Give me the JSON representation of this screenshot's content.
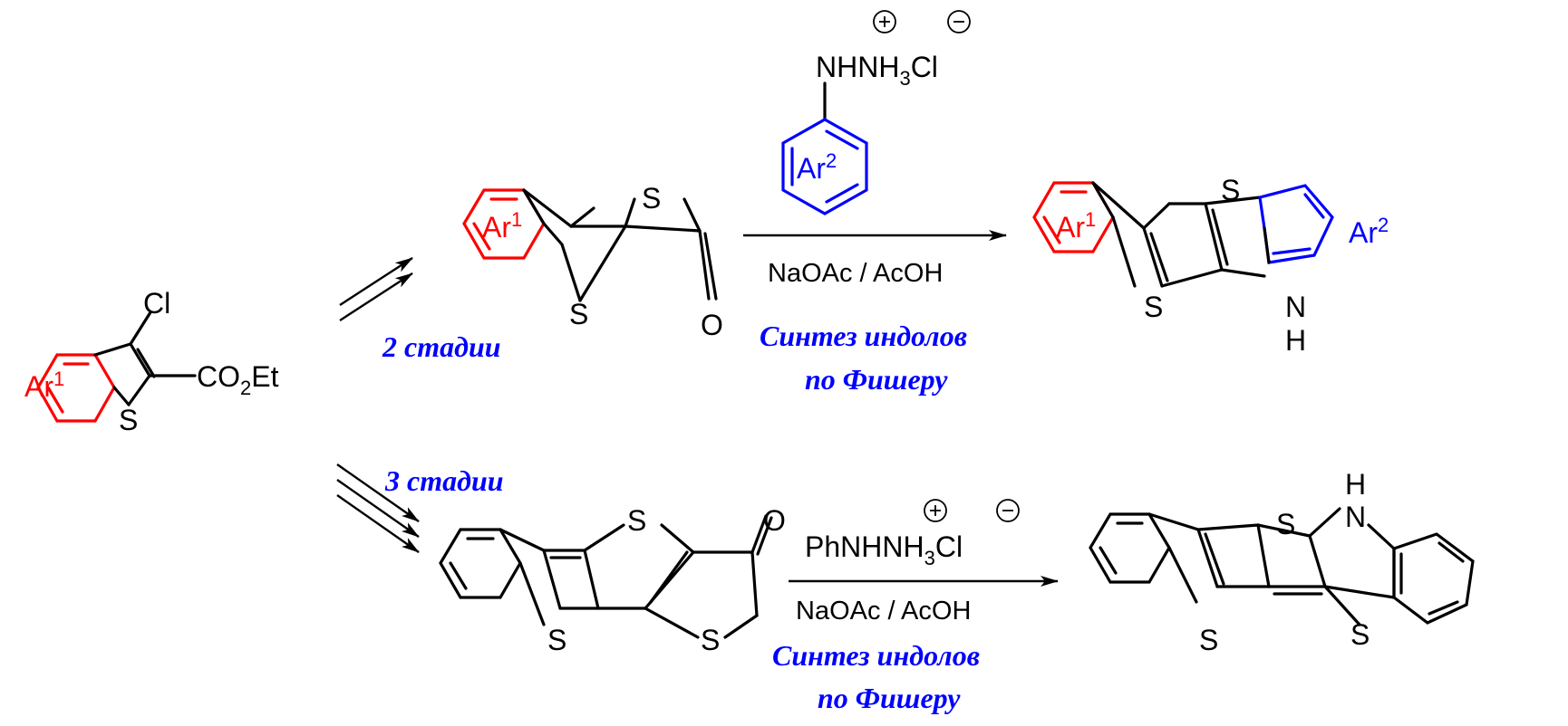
{
  "colors": {
    "ar1": "#ff0000",
    "ar2": "#0000ff",
    "label": "#0000ff",
    "bonds": "#000000"
  },
  "start_material": {
    "ring_label": "Ar",
    "ring_label_sup": "1",
    "substituent_cl": "Cl",
    "sulfur": "S",
    "ester": "CO",
    "ester_sub": "2",
    "ester_tail": "Et"
  },
  "routes": {
    "top_steps": "2 стадии",
    "bottom_steps": "3 стадии"
  },
  "intermediate_top": {
    "ring_label": "Ar",
    "ring_label_sup": "1",
    "s_ring": "S",
    "s_thiophene": "S",
    "oxygen": "O"
  },
  "reagent_top": {
    "hydrazine_prefix": "NHNH",
    "hydrazine_sub": "3",
    "counter_ion": "Cl",
    "ring_label": "Ar",
    "ring_label_sup": "2",
    "conditions": "NaOAc / AcOH",
    "label_line1": "Синтез индолов",
    "label_line2": "по Фишеру"
  },
  "product_top": {
    "ar1_label": "Ar",
    "ar1_sup": "1",
    "ar2_label": "Ar",
    "ar2_sup": "2",
    "s_top": "S",
    "s_bottom": "S",
    "nitrogen": "N",
    "hydrogen": "H"
  },
  "intermediate_bottom": {
    "s_top": "S",
    "s_bottom_left": "S",
    "s_bottom_right": "S",
    "oxygen": "O"
  },
  "reagent_bottom": {
    "hydrazine_prefix": "PhNHNH",
    "hydrazine_sub": "3",
    "counter_ion": "Cl",
    "conditions": "NaOAc / AcOH",
    "label_line1": "Синтез индолов",
    "label_line2": "по Фишеру"
  },
  "product_bottom": {
    "s_top": "S",
    "s_bottom_left": "S",
    "s_bottom_right": "S",
    "nitrogen": "N",
    "hydrogen": "H"
  }
}
